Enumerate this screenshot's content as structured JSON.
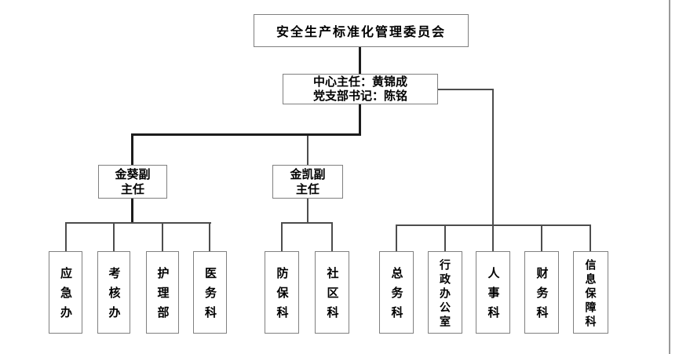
{
  "org_chart": {
    "root": "安全生产标准化管理委员会",
    "director_box": {
      "lines": [
        "中心主任：黄锦成",
        "党支部书记：陈铭"
      ]
    },
    "deputy_boxes": [
      {
        "name": "金葵副主任",
        "lines": [
          "金葵副",
          "主任"
        ],
        "departments": [
          "应急办",
          "考核办",
          "护理部",
          "医务科"
        ]
      },
      {
        "name": "金凯副主任",
        "lines": [
          "金凯副",
          "主任"
        ],
        "departments": [
          "防保科",
          "社区科"
        ]
      }
    ],
    "direct_departments": [
      "总务科",
      "行政办公室",
      "人事科",
      "财务科",
      "信息保障科"
    ]
  },
  "colors": {
    "background": "#ffffff",
    "box_border": "#808080",
    "connector_dark": "#1c1c1c",
    "connector_mid": "#4d4d4d",
    "page_border": "#999999",
    "text": "#000000"
  }
}
